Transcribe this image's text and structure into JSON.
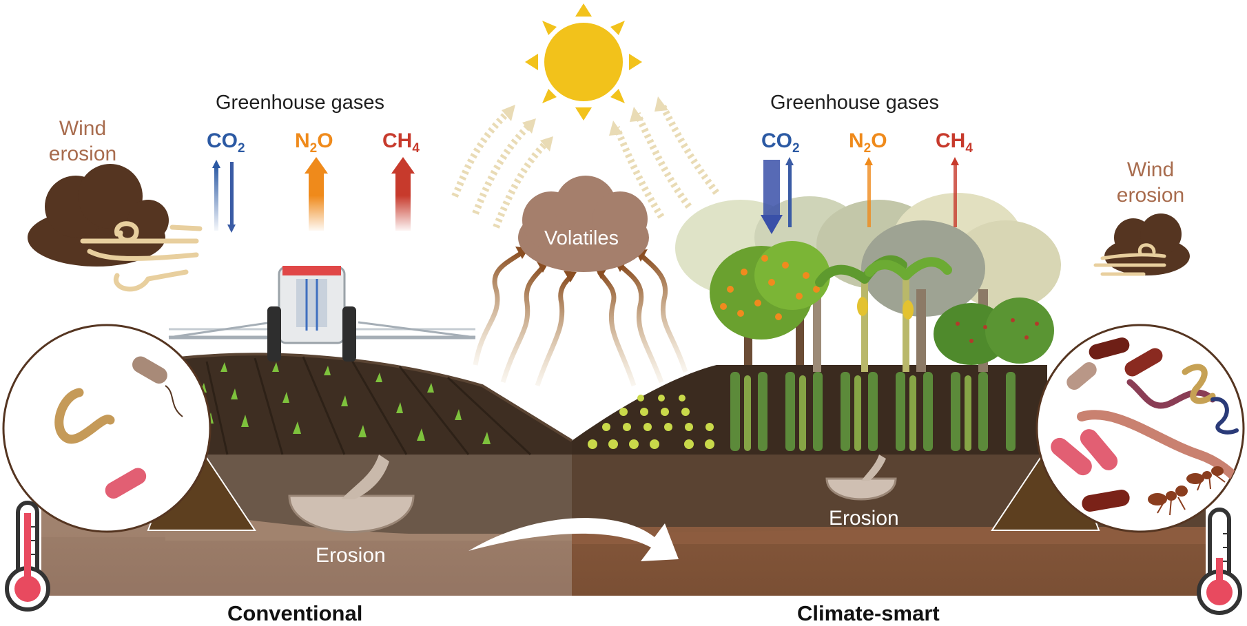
{
  "left": {
    "ghg_title": "Greenhouse gases",
    "gases": {
      "co2": "CO",
      "n2o_a": "N",
      "n2o_b": "O",
      "ch4": "CH",
      "sub2": "2",
      "sub4": "4"
    },
    "wind": [
      "Wind",
      "erosion"
    ],
    "erosion": "Erosion",
    "label": "Conventional"
  },
  "right": {
    "ghg_title": "Greenhouse gases",
    "gases": {
      "co2": "CO",
      "n2o_a": "N",
      "n2o_b": "O",
      "ch4": "CH",
      "sub2": "2",
      "sub4": "4"
    },
    "wind": [
      "Wind",
      "erosion"
    ],
    "erosion": "Erosion",
    "label": "Climate-smart"
  },
  "center": {
    "volatiles": "Volatiles"
  },
  "colors": {
    "co2": "#2b59a3",
    "n2o": "#ef8a1b",
    "ch4": "#c73a2c",
    "wind_text": "#a86c4e",
    "sun": "#f2c21b",
    "soil_left": "#9d7f6c",
    "soil_right": "#86573c",
    "thermometer_red": "#e84a5f"
  },
  "icons": [
    "sun-icon",
    "tractor-icon",
    "dust-cloud-icon",
    "thermometer-icon",
    "worm-icon",
    "bacterium-icon",
    "ant-icon",
    "tree-icon",
    "banana-plant-icon"
  ]
}
